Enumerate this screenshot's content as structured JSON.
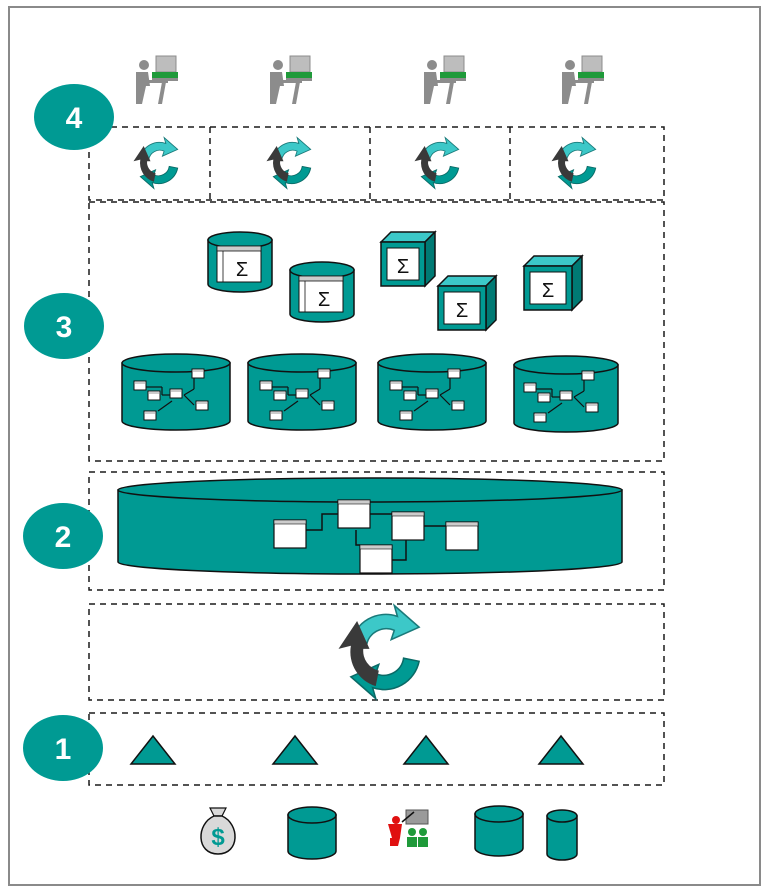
{
  "colors": {
    "teal": "#009a93",
    "teal_light": "#3cc8c8",
    "dark_arrow": "#3a3a3a",
    "dash": "#1a1a1a",
    "frame": "#8a8a8a"
  },
  "layers": [
    {
      "label": "4",
      "name": "layer-4"
    },
    {
      "label": "3",
      "name": "layer-3"
    },
    {
      "label": "2",
      "name": "layer-2"
    },
    {
      "label": "1",
      "name": "layer-1"
    }
  ],
  "cube_symbol": "Σ",
  "icons": {
    "users": [
      "user-at-computer-icon",
      "user-at-computer-icon",
      "user-at-computer-icon",
      "user-at-computer-icon"
    ],
    "cycles": [
      "process-cycle-icon",
      "process-cycle-icon",
      "process-cycle-icon",
      "process-cycle-icon"
    ],
    "triangles": [
      "source-triangle-icon",
      "source-triangle-icon",
      "source-triangle-icon",
      "source-triangle-icon"
    ],
    "sources": [
      "money-bag-icon",
      "database-icon",
      "presentation-icon",
      "database-icon",
      "database-small-icon"
    ]
  },
  "money_symbol": "$"
}
